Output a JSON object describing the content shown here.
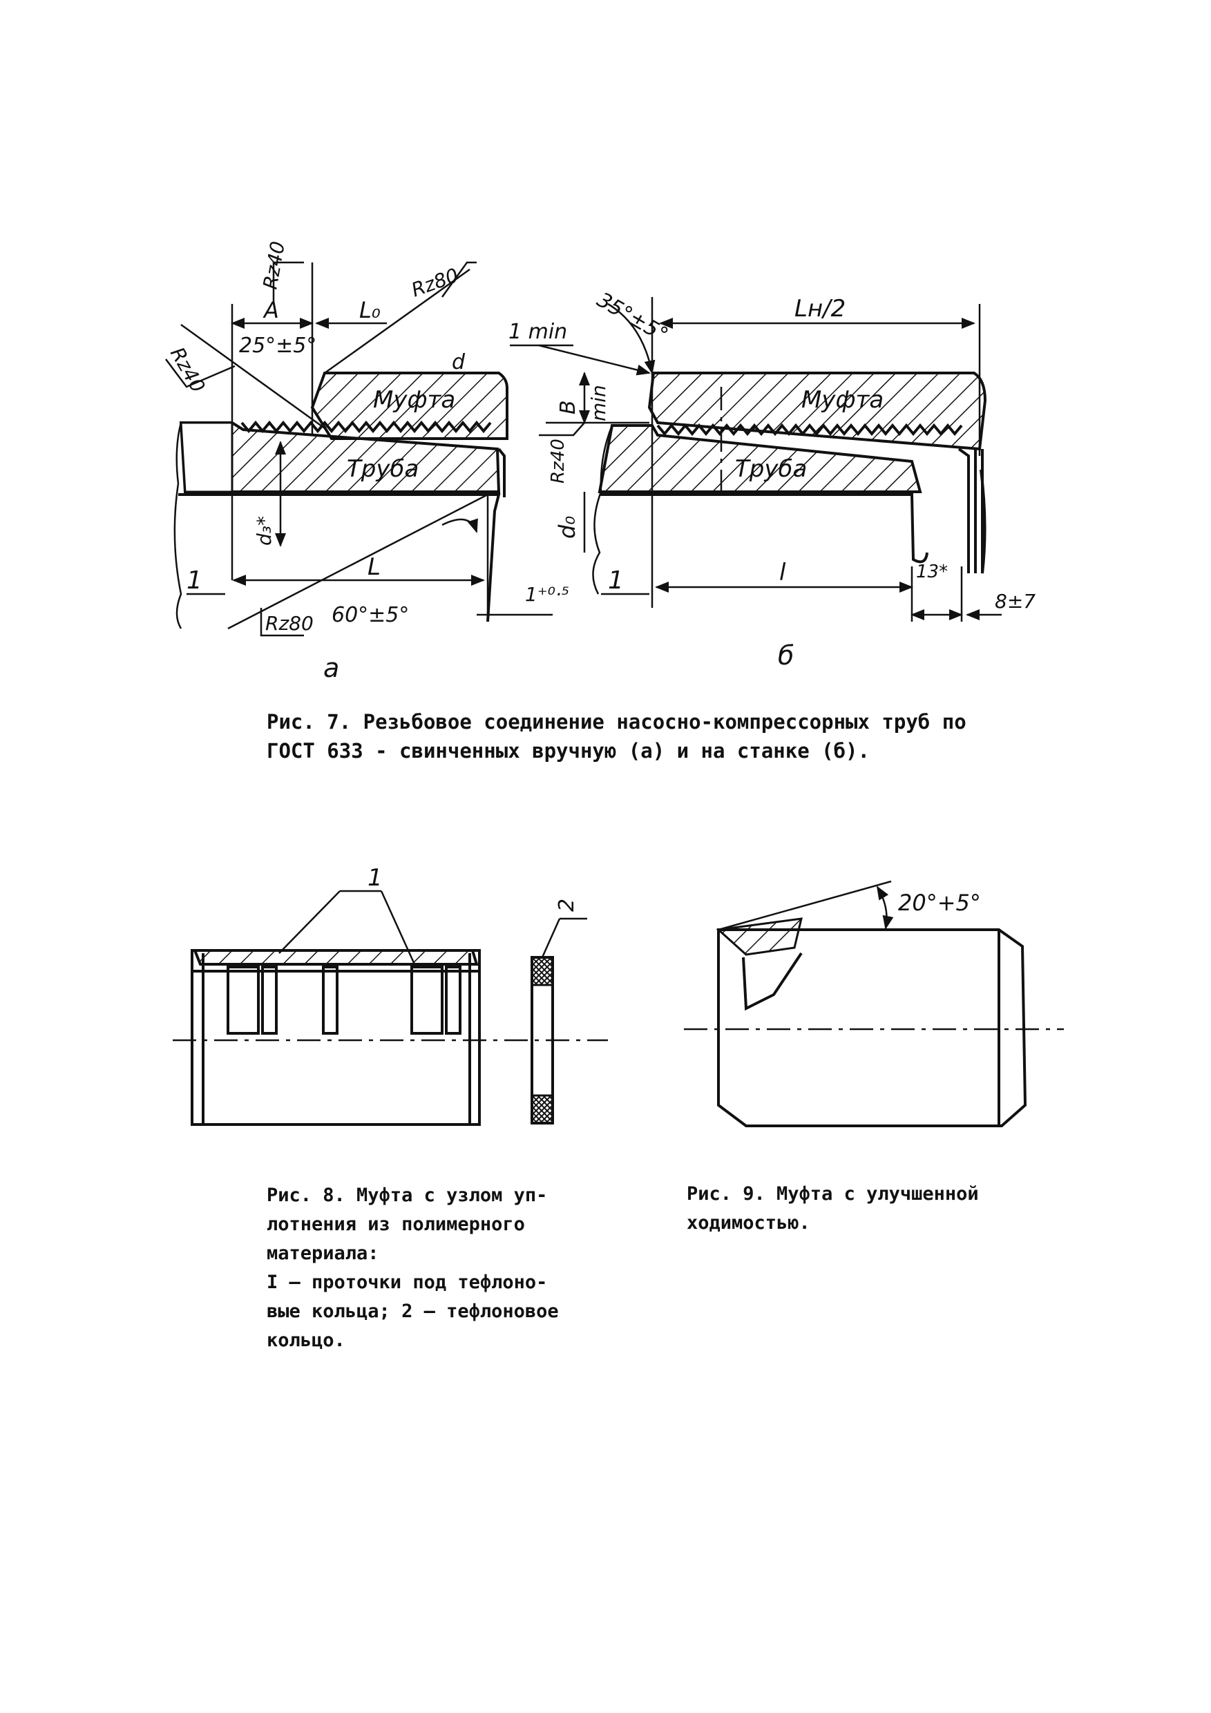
{
  "figure7": {
    "left_view": {
      "caption_letter": "а",
      "coupling_label": "Муфта",
      "pipe_label": "Труба",
      "roughness_top": "Rz40",
      "roughness_left": "Rz40",
      "roughness_right": "Rz80",
      "roughness_bottom": "Rz80",
      "dim_A": "A",
      "dim_L0": "L₀",
      "dim_angle": "25°±5°",
      "dim_d": "d",
      "dim_d3": "d₃*",
      "dim_L": "L",
      "dim_chamfer": "60°±5°",
      "dim_gap": "1⁺⁰·⁵",
      "callout": "1"
    },
    "right_view": {
      "caption_letter": "б",
      "coupling_label": "Муфта",
      "pipe_label": "Труба",
      "dim_angle": "35°±5°",
      "dim_length": "Lн/2",
      "dim_min": "1 min",
      "dim_B": "B",
      "dim_Bmin": "min",
      "roughness": "Rz40",
      "dim_d0": "d₀",
      "dim_l": "l",
      "dim_13": "13*",
      "dim_8": "8±7",
      "callout": "1"
    },
    "caption_line1": "Рис. 7. Резьбовое соединение насосно-компрессорных труб по",
    "caption_line2": "ГОСТ 633 -  свинченных вручную (а) и на станке (б)."
  },
  "figure8": {
    "callout_1": "1",
    "callout_2": "2",
    "caption_lines": [
      "Рис. 8. Муфта с узлом уп-",
      "лотнения из полимерного",
      "материала:",
      "I – проточки под тефлоно-",
      "вые кольца; 2 – тефлоновое",
      "кольцо."
    ]
  },
  "figure9": {
    "dim_angle": "20°+5°",
    "caption_lines": [
      "Рис. 9. Муфта с улучшенной",
      "ходимостью."
    ]
  }
}
